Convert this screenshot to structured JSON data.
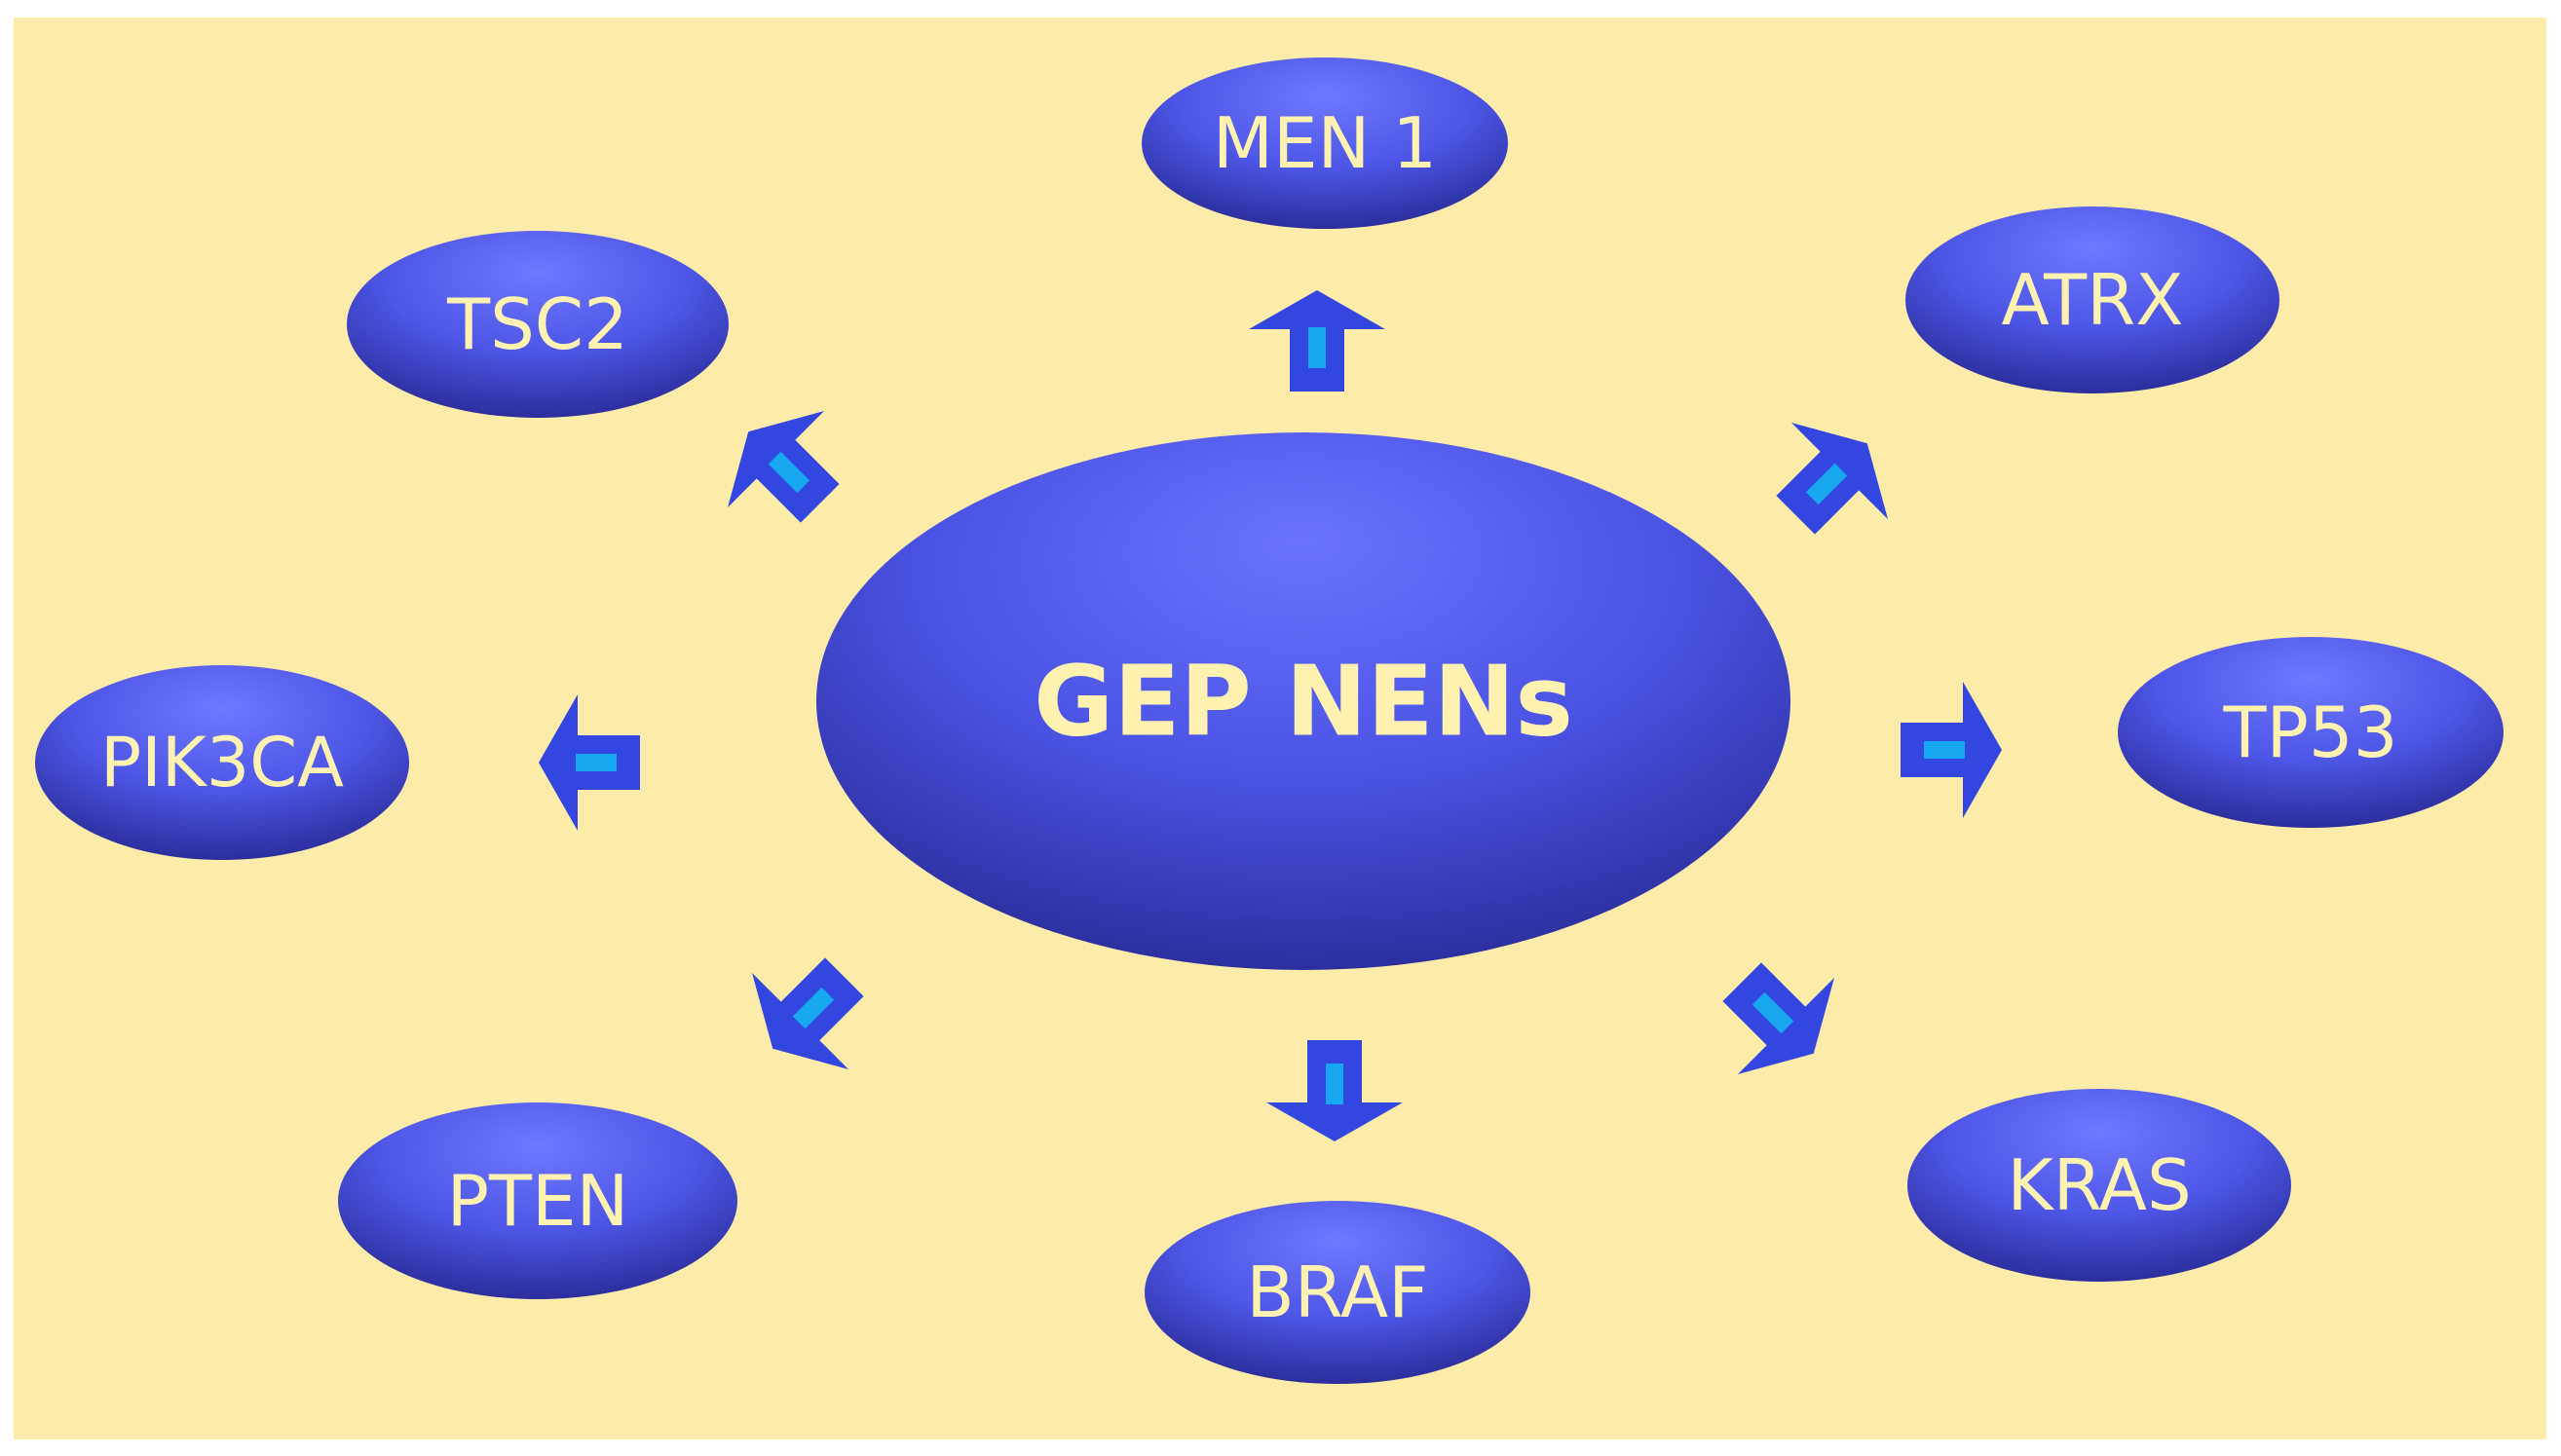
{
  "diagram": {
    "center": {
      "label": "GEP NENs"
    },
    "genes": [
      {
        "id": "men1",
        "label": "MEN 1"
      },
      {
        "id": "atrx",
        "label": "ATRX"
      },
      {
        "id": "tp53",
        "label": "TP53"
      },
      {
        "id": "kras",
        "label": "KRAS"
      },
      {
        "id": "braf",
        "label": "BRAF"
      },
      {
        "id": "pten",
        "label": "PTEN"
      },
      {
        "id": "pik3ca",
        "label": "PIK3CA"
      },
      {
        "id": "tsc2",
        "label": "TSC2"
      }
    ],
    "colors": {
      "background": "#fdebaa",
      "ellipse_light": "#6b74ff",
      "ellipse_dark": "#2c2fa0",
      "label_text": "#fff2b0",
      "arrow_body": "#3346e0",
      "arrow_inner": "#17a8f0"
    }
  }
}
